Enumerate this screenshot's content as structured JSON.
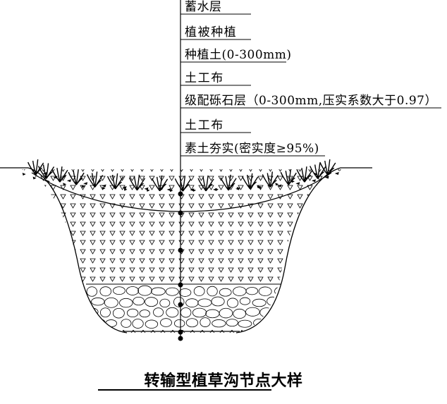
{
  "diagram": {
    "title": "转输型植草沟节点大样",
    "layers": [
      {
        "label": "蓄水层"
      },
      {
        "label": "植被种植"
      },
      {
        "label": "种植土(0-300mm)"
      },
      {
        "label": "土工布"
      },
      {
        "label": "级配砾石层（0-300mm,压实系数大于0.97）"
      },
      {
        "label": "土工布"
      },
      {
        "label": "素土夯实(密实度≥95%)"
      }
    ],
    "line_color": "#000000",
    "fill_pattern_soil": "triangle-hatch",
    "fill_pattern_gravel": "cobble",
    "fill_pattern_base": "cross-hatch"
  }
}
